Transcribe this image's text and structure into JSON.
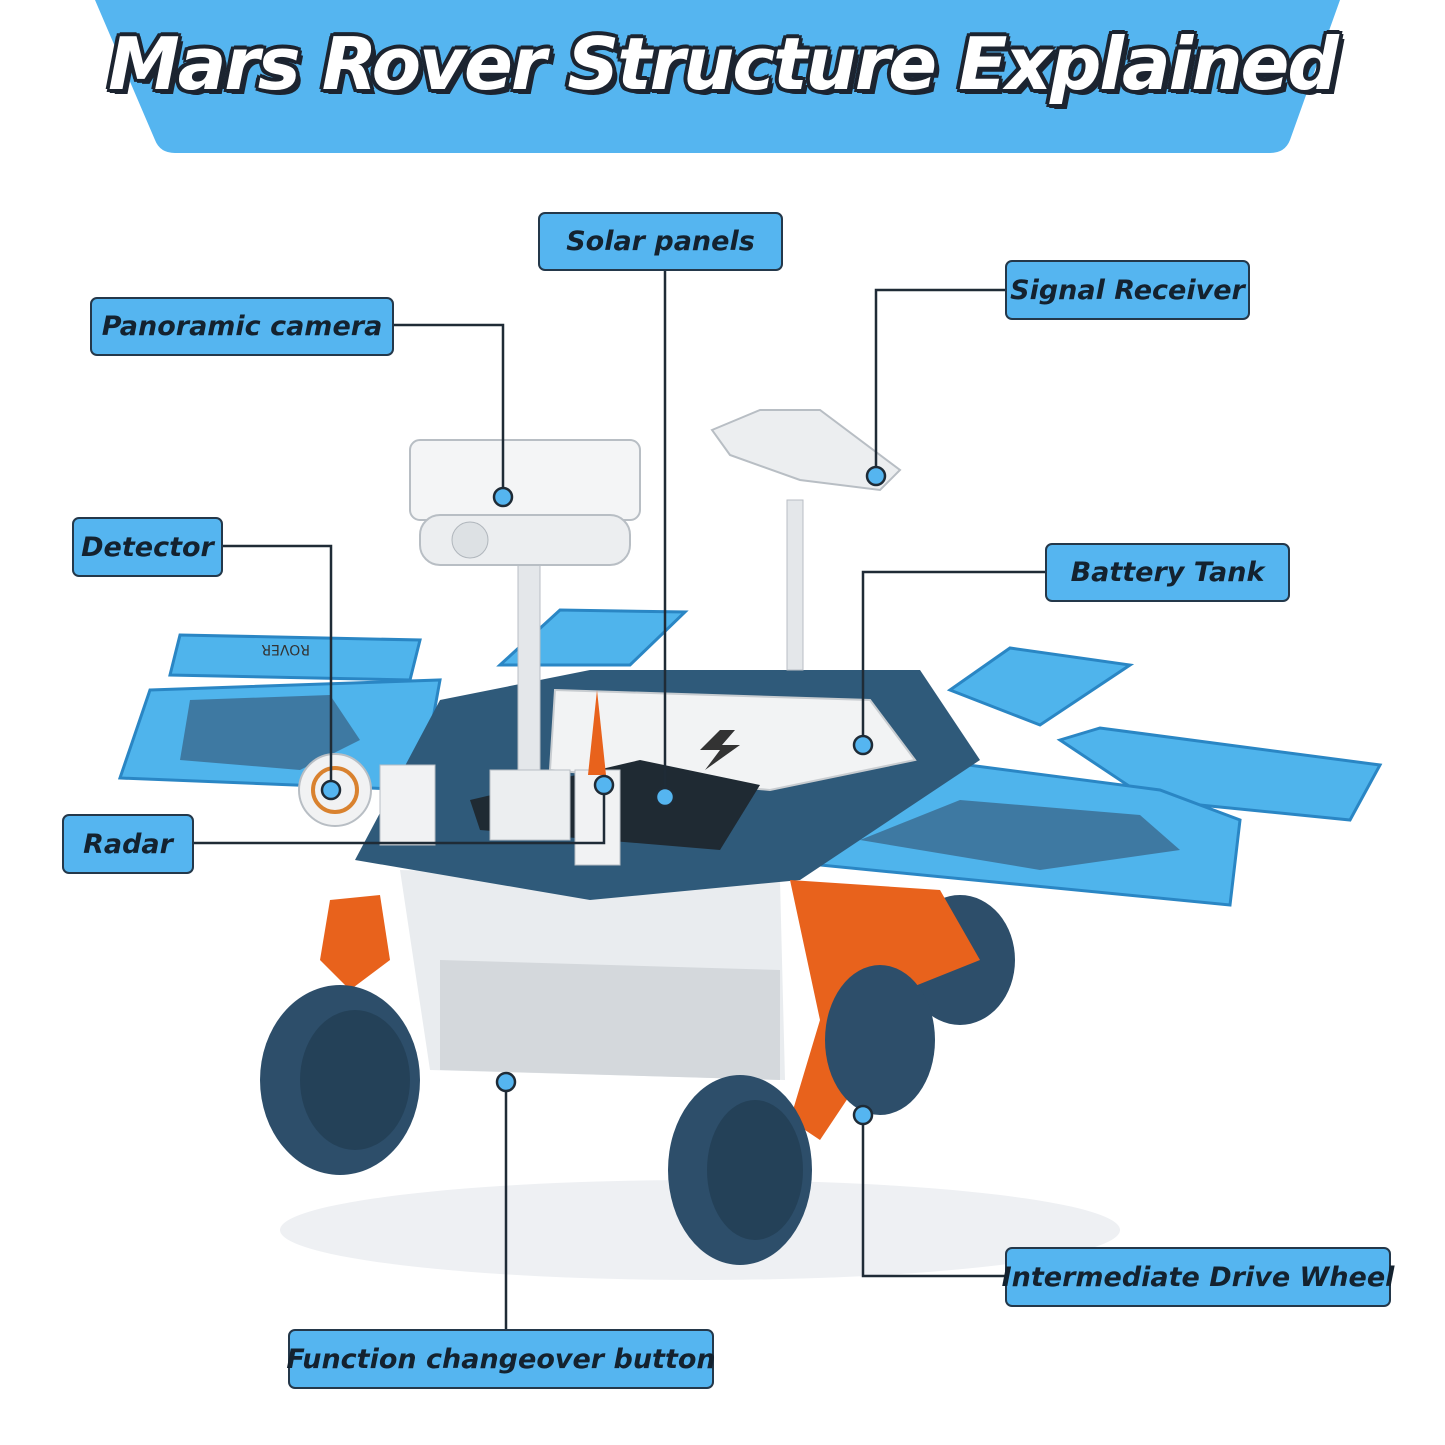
{
  "title": "Mars Rover Structure Explained",
  "labels": {
    "solar_panels": "Solar panels",
    "panoramic_camera": "Panoramic camera",
    "signal_receiver": "Signal Receiver",
    "detector": "Detector",
    "battery_tank": "Battery Tank",
    "radar": "Radar",
    "intermediate_drive_wheel": "Intermediate Drive Wheel",
    "function_changeover_button": "Function changeover button"
  },
  "panel_text": "ROVER",
  "colors": {
    "accent": "#55b5f0",
    "text": "#14222f",
    "body": "#2f5a7a",
    "orange": "#e8621c",
    "wheel": "#2d4e6a"
  }
}
